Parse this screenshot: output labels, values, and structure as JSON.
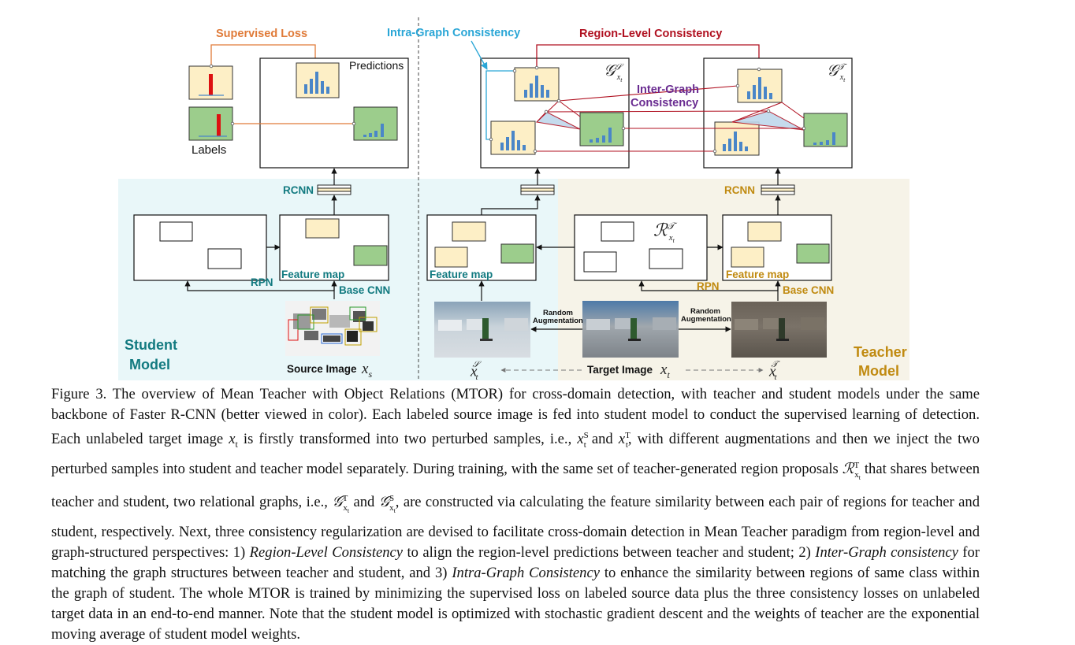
{
  "labels": {
    "supervised_loss": "Supervised Loss",
    "intra_graph": "Intra-Graph Consistency",
    "region_level": "Region-Level Consistency",
    "inter_graph_1": "Inter-Graph",
    "inter_graph_2": "Consistency",
    "predictions": "Predictions",
    "labels_text": "Labels",
    "rcnn_student": "RCNN",
    "rcnn_teacher": "RCNN",
    "rpn_student": "RPN",
    "rpn_teacher": "RPN",
    "feature_map_student": "Feature map",
    "feature_map_middle": "Feature map",
    "feature_map_teacher": "Feature map",
    "base_cnn_student": "Base CNN",
    "base_cnn_teacher": "Base CNN",
    "random_aug_1a": "Random",
    "random_aug_1b": "Augmentation",
    "random_aug_2a": "Random",
    "random_aug_2b": "Augmentation",
    "student_model_1": "Student",
    "student_model_2": "Model",
    "teacher_model_1": "Teacher",
    "teacher_model_2": "Model",
    "source_image": "Source Image",
    "target_image": "Target Image",
    "math_xs": "x",
    "math_xs_sub": "s",
    "math_xt": "x",
    "math_xt_sub": "t",
    "math_g_s": "𝒢",
    "math_g_t": "𝒢",
    "math_r_t": "ℛ"
  },
  "colors": {
    "supervised_loss": "#e07b39",
    "intra_graph": "#2aa6d6",
    "region_level": "#b01020",
    "inter_graph": "#6a2c91",
    "student_teal": "#127a80",
    "teacher_gold": "#c08a10",
    "student_bg": "#e9f7f9",
    "teacher_bg": "#f6f3e8",
    "yellow_box": "#fdefc6",
    "green_box": "#9ccd8c",
    "bar_blue": "#4a86c8"
  },
  "caption": {
    "s1": "Figure 3. The overview of Mean Teacher with Object Relations (MTOR) for cross-domain detection, with teacher and student models under the same backbone of Faster R-CNN (better viewed in color). Each labeled source image is fed into student model to conduct the supervised learning of detection. Each unlabeled target image ",
    "s2": " is firstly transformed into two perturbed samples, i.e., ",
    "s3": " and ",
    "s4": ", with different augmentations and then we inject the two perturbed samples into student and teacher model separately. During training, with the same set of teacher-generated region proposals ",
    "s5": " that shares between teacher and student, two relational graphs, i.e., ",
    "s6": " and ",
    "s7": ", are constructed via calculating the feature similarity between each pair of regions for teacher and student, respectively. Next, three consistency regularization are devised to facilitate cross-domain detection in Mean Teacher paradigm from region-level and graph-structured perspectives: 1) ",
    "i1": "Region-Level Consistency",
    "s8": " to align the region-level predictions between teacher and student; 2) ",
    "i2": "Inter-Graph consistency",
    "s9": " for matching the graph structures between teacher and student, and 3) ",
    "i3": "Intra-Graph Consistency",
    "s10": " to enhance the similarity between regions of same class within the graph of student. The whole MTOR is trained by minimizing the supervised loss on labeled source data plus the three consistency losses on unlabeled target data in an end-to-end manner. Note that the student model is optimized with stochastic gradient descent and the weights of teacher are the exponential moving average of student model weights.",
    "m_xt": "x",
    "m_t": "t",
    "m_S": "S",
    "m_T": "T",
    "m_R": "ℛ",
    "m_G": "𝒢"
  }
}
